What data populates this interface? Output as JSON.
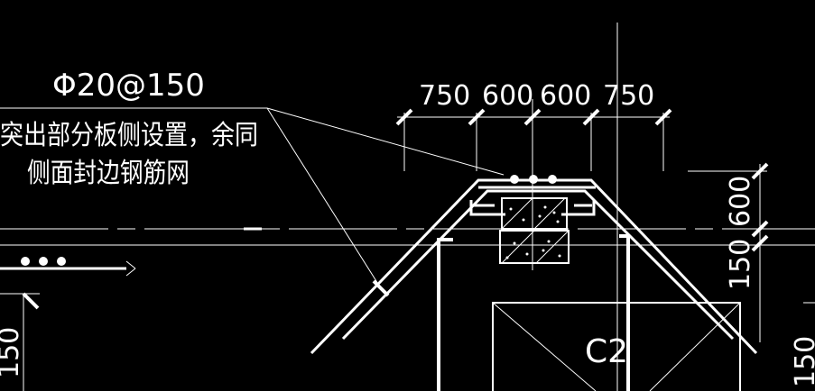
{
  "drawing": {
    "rebar_label": "Φ20@150",
    "note_line1": "突出部分板侧设置，余同",
    "note_line2": "侧面封边钢筋网",
    "column_label": "C2",
    "colors": {
      "background": "#000000",
      "lines": "#ffffff",
      "hatch": "#ffffff"
    }
  },
  "dimensions": {
    "top": [
      "750",
      "600",
      "600",
      "750"
    ],
    "right_600": "600",
    "right_150": "150",
    "left_150": "150",
    "right_edge": "150"
  }
}
